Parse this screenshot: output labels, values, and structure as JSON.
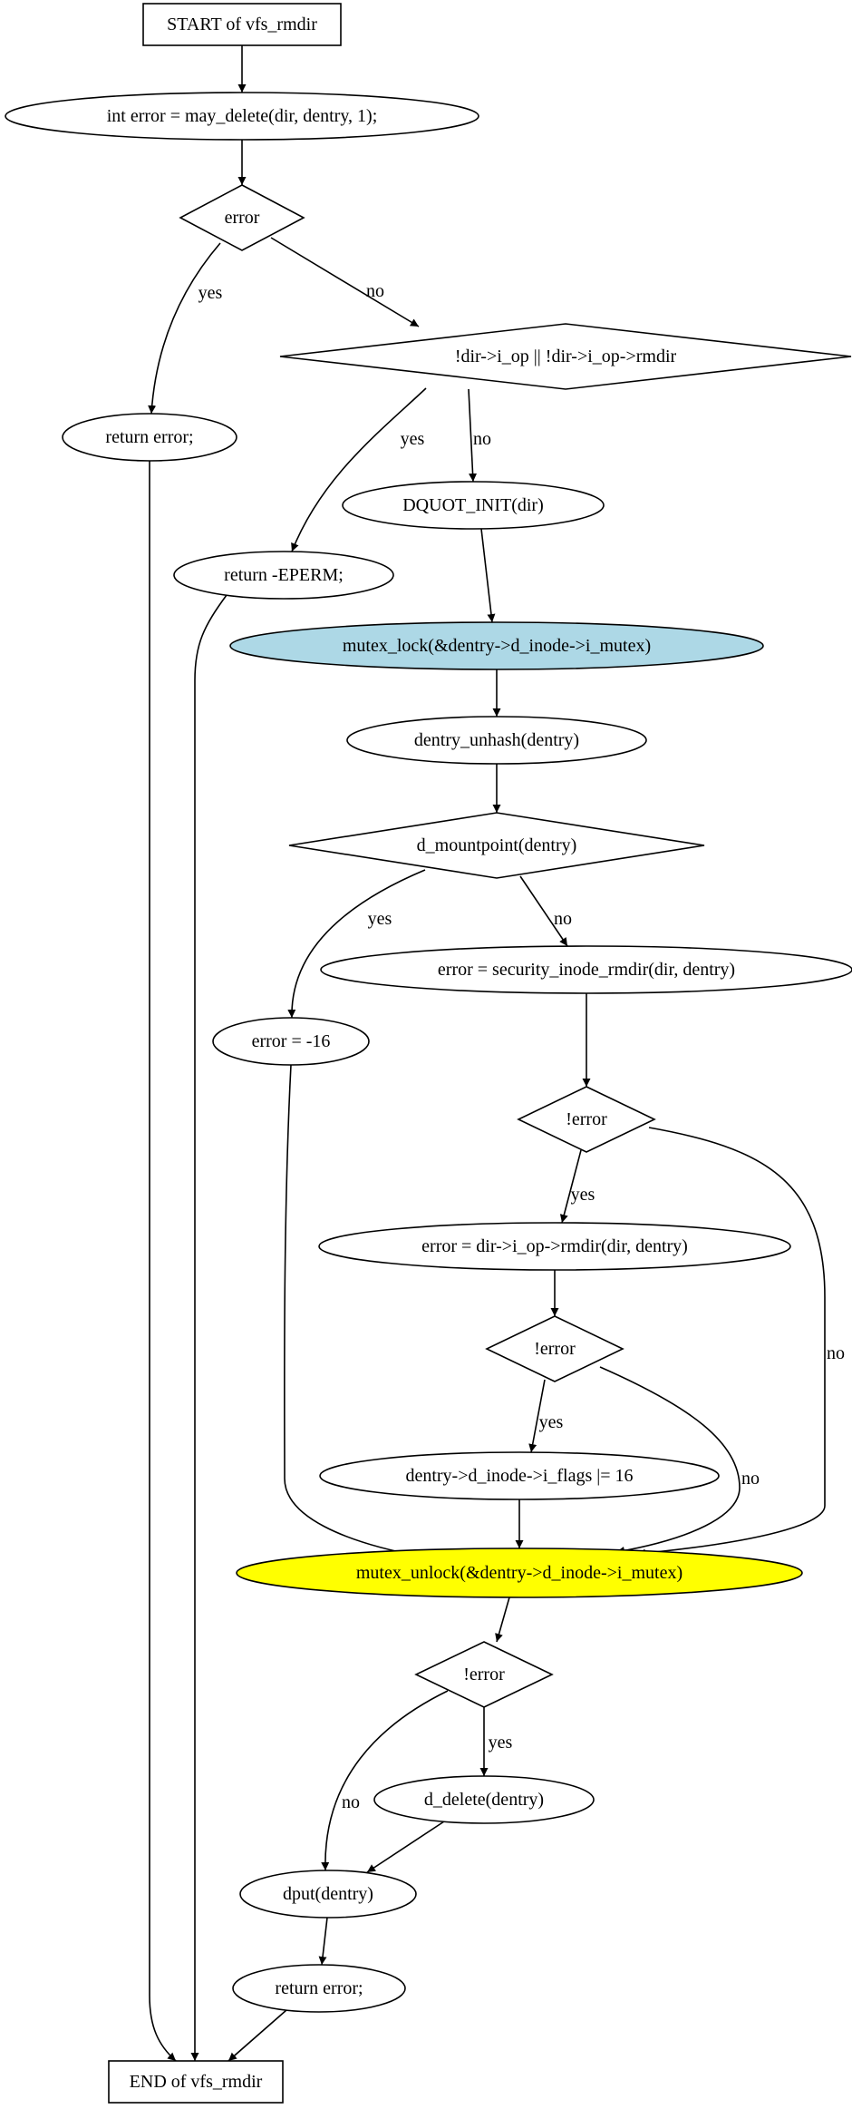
{
  "colors": {
    "mutex_lock_fill": "#add8e6",
    "mutex_unlock_fill": "#ffff00",
    "stroke": "#000000",
    "background": "#ffffff"
  },
  "nodes": {
    "start": {
      "label": "START of vfs_rmdir",
      "shape": "box"
    },
    "may_delete": {
      "label": "int error = may_delete(dir, dentry, 1);",
      "shape": "ellipse"
    },
    "error_check_1": {
      "label": "error",
      "shape": "diamond"
    },
    "iop_check": {
      "label": "!dir->i_op || !dir->i_op->rmdir",
      "shape": "diamond"
    },
    "return_error_1": {
      "label": "return error;",
      "shape": "ellipse"
    },
    "dquot_init": {
      "label": "DQUOT_INIT(dir)",
      "shape": "ellipse"
    },
    "return_eperm": {
      "label": "return -EPERM;",
      "shape": "ellipse"
    },
    "mutex_lock": {
      "label": "mutex_lock(&dentry->d_inode->i_mutex)",
      "shape": "ellipse"
    },
    "dentry_unhash": {
      "label": "dentry_unhash(dentry)",
      "shape": "ellipse"
    },
    "d_mountpoint": {
      "label": "d_mountpoint(dentry)",
      "shape": "diamond"
    },
    "security_check": {
      "label": "error = security_inode_rmdir(dir, dentry)",
      "shape": "ellipse"
    },
    "error_16": {
      "label": "error = -16",
      "shape": "ellipse"
    },
    "not_error_1": {
      "label": "!error",
      "shape": "diamond"
    },
    "rmdir_call": {
      "label": "error = dir->i_op->rmdir(dir, dentry)",
      "shape": "ellipse"
    },
    "not_error_2": {
      "label": "!error",
      "shape": "diamond"
    },
    "set_flags": {
      "label": "dentry->d_inode->i_flags |= 16",
      "shape": "ellipse"
    },
    "mutex_unlock": {
      "label": "mutex_unlock(&dentry->d_inode->i_mutex)",
      "shape": "ellipse"
    },
    "not_error_3": {
      "label": "!error",
      "shape": "diamond"
    },
    "d_delete": {
      "label": "d_delete(dentry)",
      "shape": "ellipse"
    },
    "dput": {
      "label": "dput(dentry)",
      "shape": "ellipse"
    },
    "return_error_2": {
      "label": "return error;",
      "shape": "ellipse"
    },
    "end": {
      "label": "END of vfs_rmdir",
      "shape": "box"
    }
  },
  "edges": [
    {
      "from": "start",
      "to": "may_delete",
      "label": ""
    },
    {
      "from": "may_delete",
      "to": "error_check_1",
      "label": ""
    },
    {
      "from": "error_check_1",
      "to": "return_error_1",
      "label": "yes"
    },
    {
      "from": "error_check_1",
      "to": "iop_check",
      "label": "no"
    },
    {
      "from": "iop_check",
      "to": "return_eperm",
      "label": "yes"
    },
    {
      "from": "iop_check",
      "to": "dquot_init",
      "label": "no"
    },
    {
      "from": "dquot_init",
      "to": "mutex_lock",
      "label": ""
    },
    {
      "from": "mutex_lock",
      "to": "dentry_unhash",
      "label": ""
    },
    {
      "from": "dentry_unhash",
      "to": "d_mountpoint",
      "label": ""
    },
    {
      "from": "d_mountpoint",
      "to": "error_16",
      "label": "yes"
    },
    {
      "from": "d_mountpoint",
      "to": "security_check",
      "label": "no"
    },
    {
      "from": "security_check",
      "to": "not_error_1",
      "label": ""
    },
    {
      "from": "not_error_1",
      "to": "rmdir_call",
      "label": "yes"
    },
    {
      "from": "not_error_1",
      "to": "mutex_unlock",
      "label": "no"
    },
    {
      "from": "rmdir_call",
      "to": "not_error_2",
      "label": ""
    },
    {
      "from": "not_error_2",
      "to": "set_flags",
      "label": "yes"
    },
    {
      "from": "not_error_2",
      "to": "mutex_unlock",
      "label": "no"
    },
    {
      "from": "set_flags",
      "to": "mutex_unlock",
      "label": ""
    },
    {
      "from": "error_16",
      "to": "mutex_unlock",
      "label": ""
    },
    {
      "from": "mutex_unlock",
      "to": "not_error_3",
      "label": ""
    },
    {
      "from": "not_error_3",
      "to": "d_delete",
      "label": "yes"
    },
    {
      "from": "not_error_3",
      "to": "dput",
      "label": "no"
    },
    {
      "from": "d_delete",
      "to": "dput",
      "label": ""
    },
    {
      "from": "dput",
      "to": "return_error_2",
      "label": ""
    },
    {
      "from": "return_error_2",
      "to": "end",
      "label": ""
    },
    {
      "from": "return_error_1",
      "to": "end",
      "label": ""
    },
    {
      "from": "return_eperm",
      "to": "end",
      "label": ""
    }
  ]
}
